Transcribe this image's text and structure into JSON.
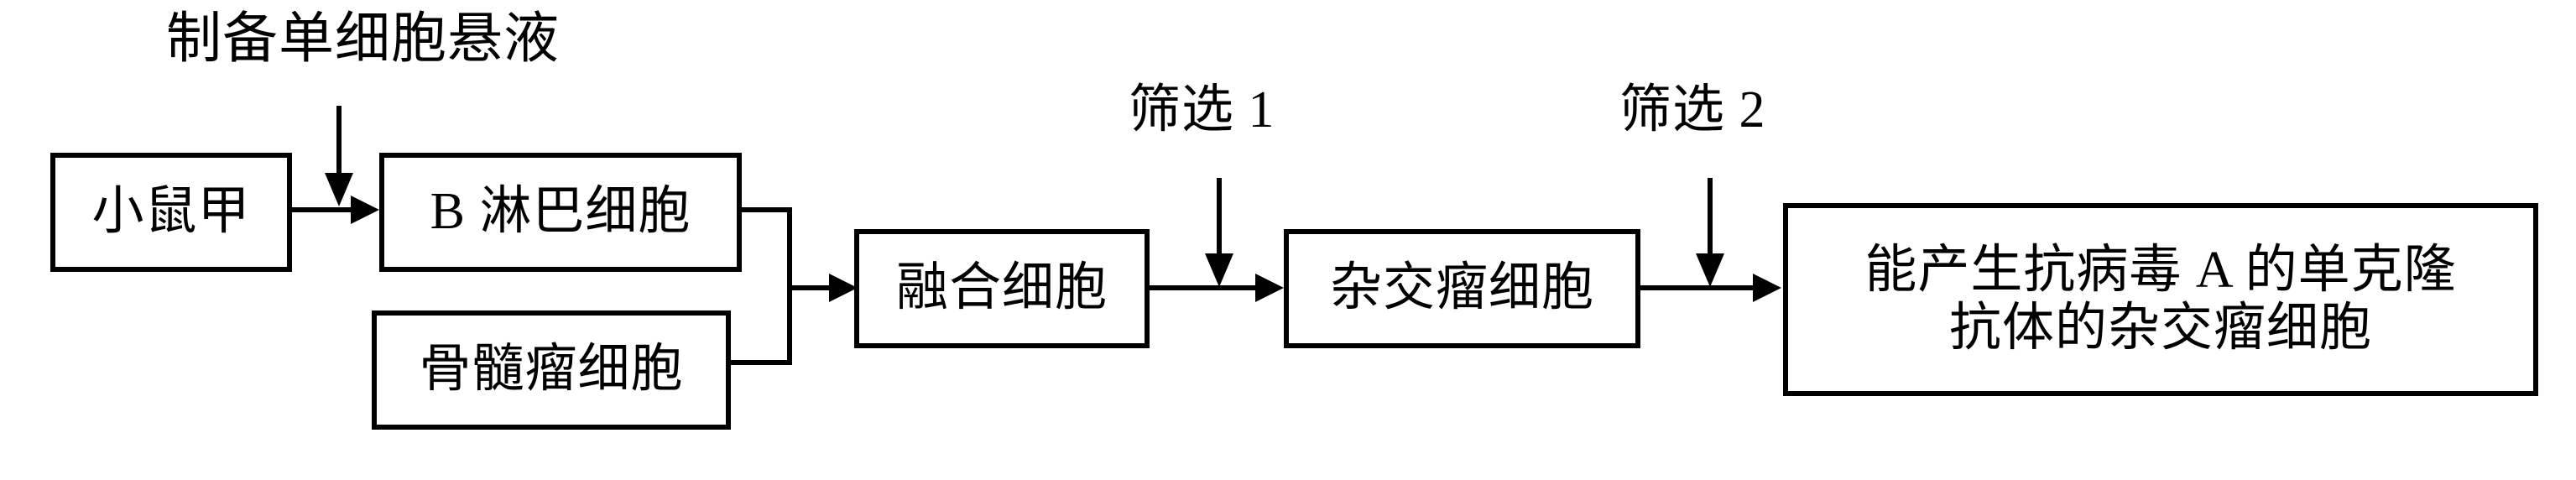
{
  "diagram": {
    "title_label": "制备单细胞悬液",
    "screen_label_1": "筛选 1",
    "screen_label_2": "筛选 2",
    "boxes": {
      "mouse": "小鼠甲",
      "b_lymphocyte": "B 淋巴细胞",
      "myeloma": "骨髓瘤细胞",
      "fused_cell": "融合细胞",
      "hybridoma": "杂交瘤细胞",
      "final": "能产生抗病毒 A 的单克隆\n抗体的杂交瘤细胞"
    },
    "colors": {
      "stroke": "#000000",
      "background": "#ffffff",
      "text": "#000000"
    }
  }
}
